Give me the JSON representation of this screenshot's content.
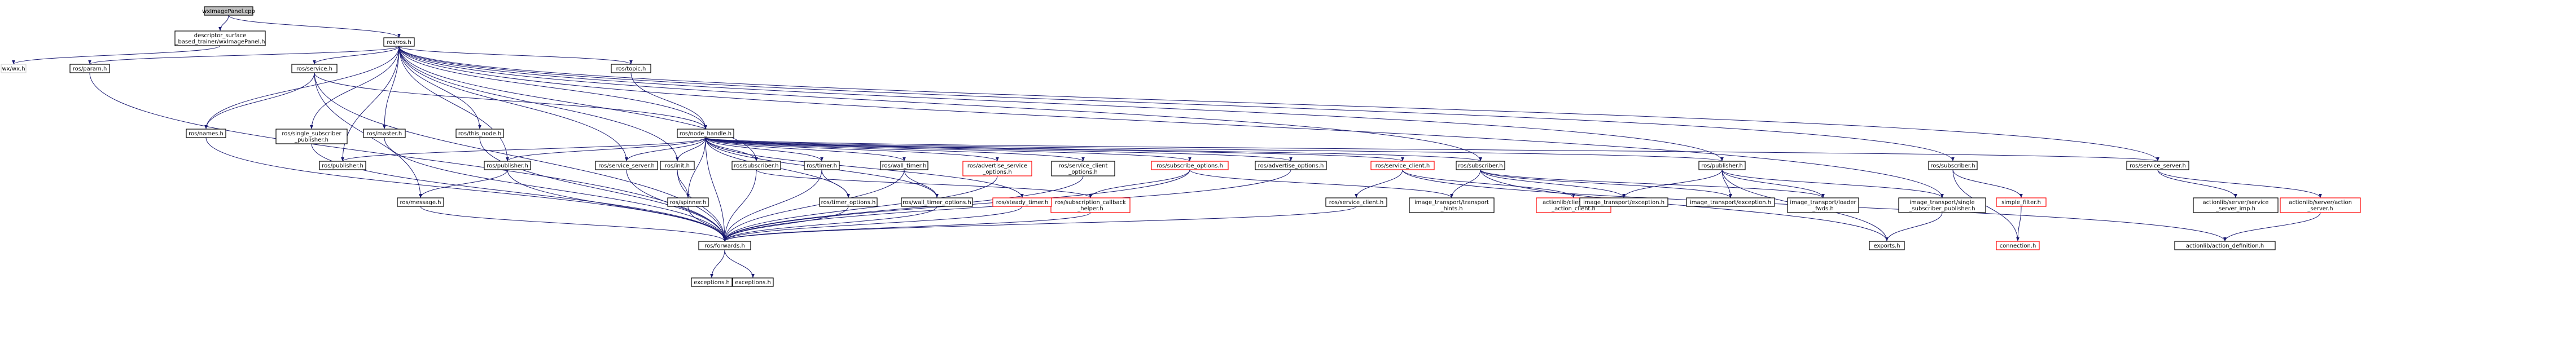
{
  "colors": {
    "edge": "#191970",
    "node_border": "#000000",
    "node_border_missing": "#ff0000",
    "node_fill": "#ffffff",
    "root_fill": "#bfbfbf",
    "node_border_external": "#d3d3d3"
  },
  "nodes": [
    {
      "id": "wximagepanel",
      "lines": [
        "wxImagePanel.cpp"
      ],
      "root": true
    },
    {
      "id": "descriptor",
      "lines": [
        "descriptor_surface",
        "_based_trainer/wxImagePanel.h"
      ]
    },
    {
      "id": "wxwx",
      "lines": [
        "wx/wx.h"
      ],
      "external": true
    },
    {
      "id": "rosros",
      "lines": [
        "ros/ros.h"
      ]
    },
    {
      "id": "rosparam",
      "lines": [
        "ros/param.h"
      ]
    },
    {
      "id": "rosservice",
      "lines": [
        "ros/service.h"
      ]
    },
    {
      "id": "rostopic",
      "lines": [
        "ros/topic.h"
      ]
    },
    {
      "id": "rosnames",
      "lines": [
        "ros/names.h"
      ]
    },
    {
      "id": "singlesub",
      "lines": [
        "ros/single_subscriber",
        "_publisher.h"
      ]
    },
    {
      "id": "rosmaster",
      "lines": [
        "ros/master.h"
      ]
    },
    {
      "id": "rosthisnode",
      "lines": [
        "ros/this_node.h"
      ]
    },
    {
      "id": "nodehandle",
      "lines": [
        "ros/node_handle.h"
      ]
    },
    {
      "id": "rospublisher1",
      "lines": [
        "ros/publisher.h"
      ]
    },
    {
      "id": "rospublisher2",
      "lines": [
        "ros/publisher.h"
      ]
    },
    {
      "id": "servserver1",
      "lines": [
        "ros/service_server.h"
      ]
    },
    {
      "id": "rosinit",
      "lines": [
        "ros/init.h"
      ]
    },
    {
      "id": "rossubscriber1",
      "lines": [
        "ros/subscriber.h"
      ]
    },
    {
      "id": "rostimer",
      "lines": [
        "ros/timer.h"
      ]
    },
    {
      "id": "walltimer",
      "lines": [
        "ros/wall_timer.h"
      ]
    },
    {
      "id": "advservopts",
      "lines": [
        "ros/advertise_service",
        "_options.h"
      ],
      "missing": true
    },
    {
      "id": "servclientopts",
      "lines": [
        "ros/service_client",
        "_options.h"
      ]
    },
    {
      "id": "subopts",
      "lines": [
        "ros/subscribe_options.h"
      ],
      "missing": true
    },
    {
      "id": "advopts",
      "lines": [
        "ros/advertise_options.h"
      ]
    },
    {
      "id": "servclient1",
      "lines": [
        "ros/service_client.h"
      ],
      "missing": true
    },
    {
      "id": "rossubscriber2",
      "lines": [
        "ros/subscriber.h"
      ]
    },
    {
      "id": "rospublisher3",
      "lines": [
        "ros/publisher.h"
      ]
    },
    {
      "id": "rossubscriber3",
      "lines": [
        "ros/subscriber.h"
      ]
    },
    {
      "id": "servserver2",
      "lines": [
        "ros/service_server.h"
      ]
    },
    {
      "id": "rosmessage",
      "lines": [
        "ros/message.h"
      ]
    },
    {
      "id": "rosspinner",
      "lines": [
        "ros/spinner.h"
      ]
    },
    {
      "id": "subcallback",
      "lines": [
        "ros/subscription_callback",
        "_helper.h"
      ],
      "missing": true
    },
    {
      "id": "timeropts",
      "lines": [
        "ros/timer_options.h"
      ]
    },
    {
      "id": "walltimeropts",
      "lines": [
        "ros/wall_timer_options.h"
      ]
    },
    {
      "id": "steadytimer",
      "lines": [
        "ros/steady_timer.h"
      ],
      "missing": true
    },
    {
      "id": "servclient2",
      "lines": [
        "ros/service_client.h"
      ]
    },
    {
      "id": "ittransporthints",
      "lines": [
        "image_transport/transport",
        "_hints.h"
      ]
    },
    {
      "id": "actionclient",
      "lines": [
        "actionlib/client/simple",
        "_action_client.h"
      ],
      "missing": true
    },
    {
      "id": "itexception1",
      "lines": [
        "image_transport/exception.h"
      ]
    },
    {
      "id": "itexception2",
      "lines": [
        "image_transport/exception.h"
      ]
    },
    {
      "id": "itloader",
      "lines": [
        "image_transport/loader",
        "_fwds.h"
      ]
    },
    {
      "id": "itsinglesub",
      "lines": [
        "image_transport/single",
        "_subscriber_publisher.h"
      ]
    },
    {
      "id": "simplefilter",
      "lines": [
        "simple_filter.h"
      ],
      "missing": true
    },
    {
      "id": "actservimp",
      "lines": [
        "actionlib/server/service",
        "_server_imp.h"
      ]
    },
    {
      "id": "actservserver",
      "lines": [
        "actionlib/server/action",
        "_server.h"
      ],
      "missing": true
    },
    {
      "id": "forwards",
      "lines": [
        "ros/forwards.h"
      ]
    },
    {
      "id": "exports",
      "lines": [
        "exports.h"
      ]
    },
    {
      "id": "connection",
      "lines": [
        "connection.h"
      ],
      "missing": true
    },
    {
      "id": "actiondef",
      "lines": [
        "actionlib/action_definition.h"
      ]
    },
    {
      "id": "exceptions1",
      "lines": [
        "exceptions.h"
      ]
    },
    {
      "id": "exceptions2",
      "lines": [
        "exceptions.h"
      ]
    }
  ],
  "edges": [
    [
      "wximagepanel",
      "descriptor"
    ],
    [
      "wximagepanel",
      "rosros"
    ],
    [
      "descriptor",
      "wxwx"
    ],
    [
      "rosros",
      "rosparam"
    ],
    [
      "rosros",
      "rosservice"
    ],
    [
      "rosros",
      "rostopic"
    ],
    [
      "rosros",
      "rosnames"
    ],
    [
      "rosros",
      "singlesub"
    ],
    [
      "rosros",
      "rosmaster"
    ],
    [
      "rosros",
      "rosthisnode"
    ],
    [
      "rosros",
      "nodehandle"
    ],
    [
      "rosros",
      "rospublisher1"
    ],
    [
      "rosros",
      "rospublisher2"
    ],
    [
      "rosros",
      "servserver1"
    ],
    [
      "rosros",
      "rosinit"
    ],
    [
      "rosros",
      "rossubscriber1"
    ],
    [
      "rosros",
      "rossubscriber2"
    ],
    [
      "rosros",
      "rospublisher3"
    ],
    [
      "rosros",
      "rossubscriber3"
    ],
    [
      "rosros",
      "servserver2"
    ],
    [
      "rosros",
      "itsinglesub"
    ],
    [
      "rosparam",
      "forwards"
    ],
    [
      "rosservice",
      "rosnames"
    ],
    [
      "rosservice",
      "nodehandle"
    ],
    [
      "rosservice",
      "forwards"
    ],
    [
      "rosservice",
      "rosmessage"
    ],
    [
      "rostopic",
      "nodehandle"
    ],
    [
      "rosnames",
      "forwards"
    ],
    [
      "singlesub",
      "forwards"
    ],
    [
      "rosmaster",
      "forwards"
    ],
    [
      "rosthisnode",
      "forwards"
    ],
    [
      "nodehandle",
      "rospublisher1"
    ],
    [
      "nodehandle",
      "rospublisher2"
    ],
    [
      "nodehandle",
      "servserver1"
    ],
    [
      "nodehandle",
      "rosinit"
    ],
    [
      "nodehandle",
      "rossubscriber1"
    ],
    [
      "nodehandle",
      "rostimer"
    ],
    [
      "nodehandle",
      "walltimer"
    ],
    [
      "nodehandle",
      "advservopts"
    ],
    [
      "nodehandle",
      "servclientopts"
    ],
    [
      "nodehandle",
      "subopts"
    ],
    [
      "nodehandle",
      "advopts"
    ],
    [
      "nodehandle",
      "servclient1"
    ],
    [
      "nodehandle",
      "rospublisher3"
    ],
    [
      "nodehandle",
      "rossubscriber2"
    ],
    [
      "nodehandle",
      "servserver2"
    ],
    [
      "nodehandle",
      "rosspinner"
    ],
    [
      "nodehandle",
      "steadytimer"
    ],
    [
      "nodehandle",
      "timeropts"
    ],
    [
      "nodehandle",
      "walltimeropts"
    ],
    [
      "nodehandle",
      "forwards"
    ],
    [
      "rospublisher2",
      "rosmessage"
    ],
    [
      "rospublisher2",
      "forwards"
    ],
    [
      "servserver1",
      "forwards"
    ],
    [
      "rosinit",
      "rosspinner"
    ],
    [
      "rosinit",
      "forwards"
    ],
    [
      "rossubscriber1",
      "subcallback"
    ],
    [
      "rossubscriber1",
      "forwards"
    ],
    [
      "rostimer",
      "timeropts"
    ],
    [
      "rostimer",
      "forwards"
    ],
    [
      "walltimer",
      "walltimeropts"
    ],
    [
      "walltimer",
      "forwards"
    ],
    [
      "advservopts",
      "forwards"
    ],
    [
      "servclientopts",
      "forwards"
    ],
    [
      "subopts",
      "subcallback"
    ],
    [
      "subopts",
      "ittransporthints"
    ],
    [
      "subopts",
      "forwards"
    ],
    [
      "advopts",
      "forwards"
    ],
    [
      "servclient1",
      "actionclient"
    ],
    [
      "servclient1",
      "servclient2"
    ],
    [
      "servclient1",
      "actiondef"
    ],
    [
      "rossubscriber2",
      "ittransporthints"
    ],
    [
      "rossubscriber2",
      "itexception1"
    ],
    [
      "rossubscriber2",
      "itexception2"
    ],
    [
      "rossubscriber2",
      "itloader"
    ],
    [
      "rossubscriber2",
      "exports"
    ],
    [
      "rospublisher3",
      "itexception1"
    ],
    [
      "rospublisher3",
      "itexception2"
    ],
    [
      "rospublisher3",
      "itloader"
    ],
    [
      "rospublisher3",
      "itsinglesub"
    ],
    [
      "rospublisher3",
      "exports"
    ],
    [
      "rossubscriber3",
      "simplefilter"
    ],
    [
      "rossubscriber3",
      "connection"
    ],
    [
      "servserver2",
      "actservimp"
    ],
    [
      "servserver2",
      "actservserver"
    ],
    [
      "actservserver",
      "actiondef"
    ],
    [
      "simplefilter",
      "connection"
    ],
    [
      "itsinglesub",
      "exports"
    ],
    [
      "subcallback",
      "forwards"
    ],
    [
      "timeropts",
      "forwards"
    ],
    [
      "walltimeropts",
      "forwards"
    ],
    [
      "steadytimer",
      "forwards"
    ],
    [
      "servclient2",
      "forwards"
    ],
    [
      "rosmessage",
      "forwards"
    ],
    [
      "rosspinner",
      "forwards"
    ],
    [
      "forwards",
      "exceptions1"
    ],
    [
      "forwards",
      "exceptions2"
    ]
  ]
}
